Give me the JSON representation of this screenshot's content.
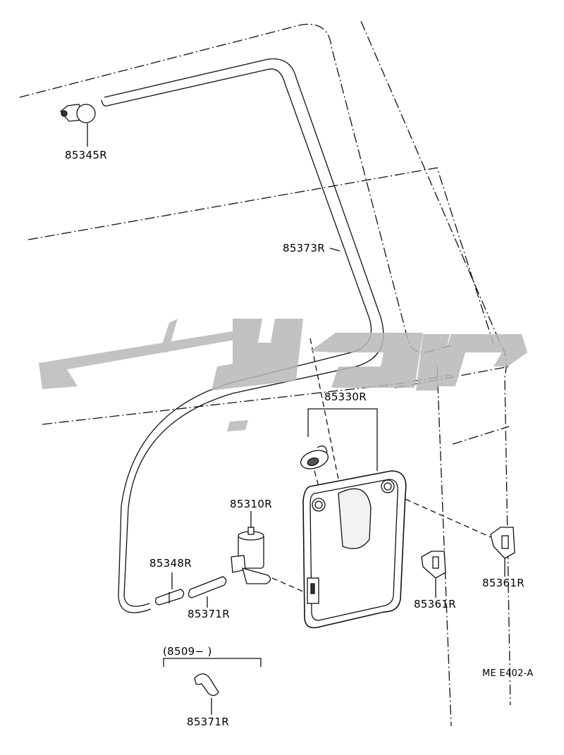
{
  "parts": [
    {
      "id": "washer-nozzle",
      "label": "85345R"
    },
    {
      "id": "washer-hose",
      "label": "85373R"
    },
    {
      "id": "washer-jar",
      "label": "85330R"
    },
    {
      "id": "washer-motor",
      "label": "85310R"
    },
    {
      "id": "hose-joint",
      "label": "85348R"
    },
    {
      "id": "hose-short",
      "label": "85371R"
    },
    {
      "id": "jar-bracket-a",
      "label": "85361R"
    },
    {
      "id": "jar-bracket-b",
      "label": "85361R"
    },
    {
      "id": "hose-elbow",
      "label": "85371R"
    }
  ],
  "serial_note": "(8509−        )",
  "reference_code": "ME E402-A",
  "watermark": {
    "text": "بوش پارت",
    "color": "#b8b8b8"
  }
}
